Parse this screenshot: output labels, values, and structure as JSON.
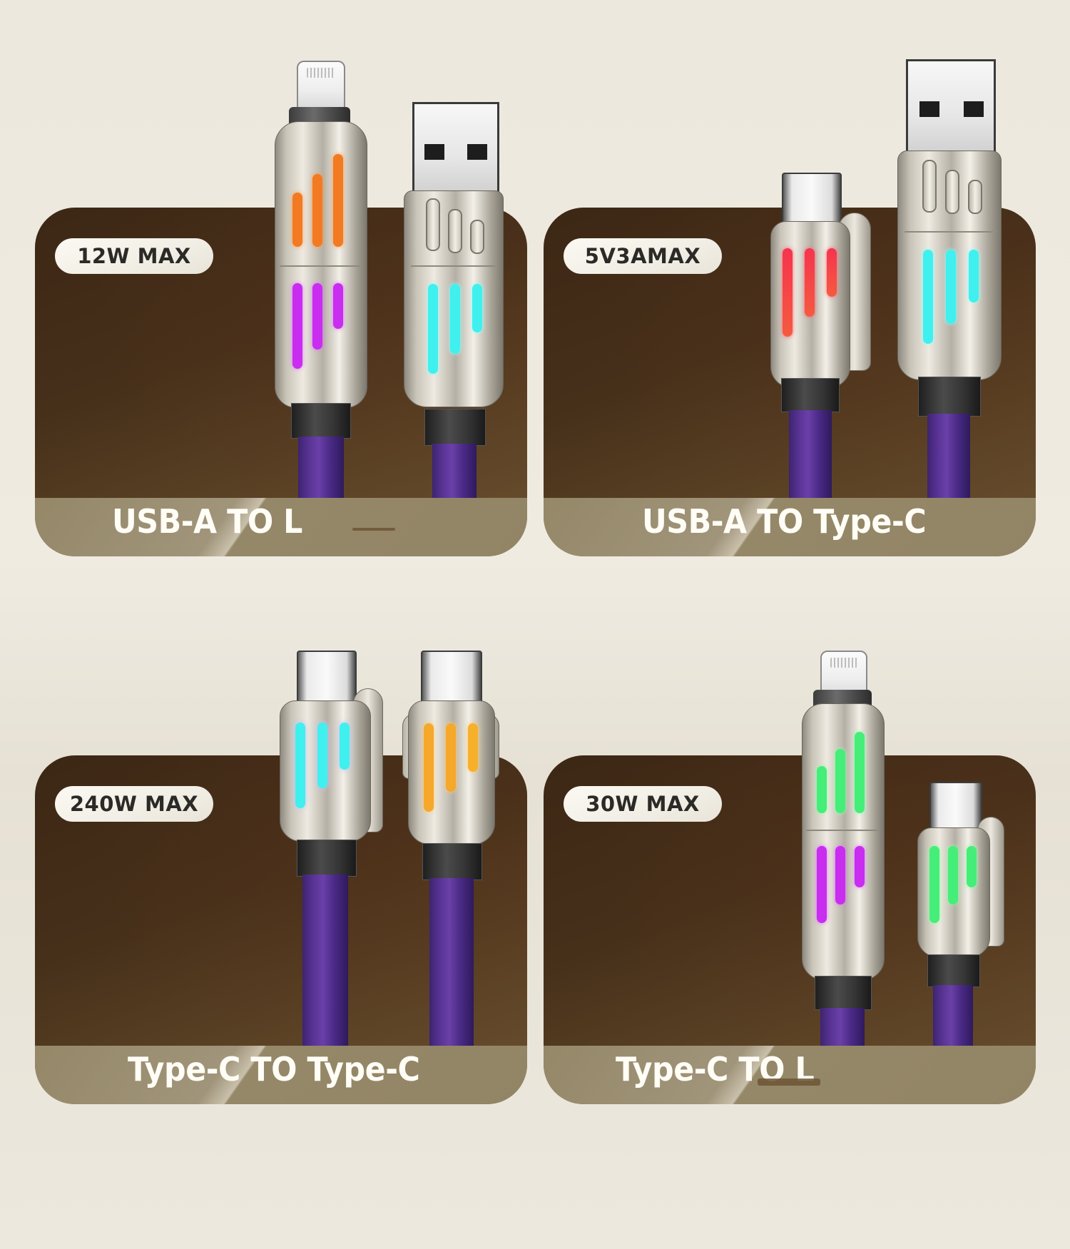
{
  "cards": [
    {
      "badge": "12W MAX",
      "title": "USB-A TO L",
      "connectors": [
        {
          "type": "lightning",
          "led_top": "orange",
          "led_bottom": "purple"
        },
        {
          "type": "usb-a",
          "led": "cyan"
        }
      ]
    },
    {
      "badge": "5V3AMAX",
      "title": "USB-A TO Type-C",
      "connectors": [
        {
          "type": "type-c",
          "led": "red"
        },
        {
          "type": "usb-a",
          "led": "cyan"
        }
      ]
    },
    {
      "badge": "240W MAX",
      "title": "Type-C TO Type-C",
      "connectors": [
        {
          "type": "type-c",
          "led": "cyan"
        },
        {
          "type": "type-c",
          "led": "amber"
        }
      ]
    },
    {
      "badge": "30W MAX",
      "title": "Type-C TO L",
      "connectors": [
        {
          "type": "lightning",
          "led_top": "green",
          "led_bottom": "purple"
        },
        {
          "type": "type-c",
          "led": "green"
        }
      ]
    }
  ],
  "colors": {
    "background": "#ece8dd",
    "card_dark": "#3c2715",
    "card_band": "#958868",
    "badge_bg": "#f6f3ea",
    "badge_text": "#2b2a27",
    "title_text": "#fffdf6",
    "cable_purple": "#5a3496",
    "led_orange": "#f27a22",
    "led_purple": "#c82df0",
    "led_cyan": "#3ff0ee",
    "led_red": "#f5344e",
    "led_amber": "#f6a82a",
    "led_green": "#45ee78"
  }
}
